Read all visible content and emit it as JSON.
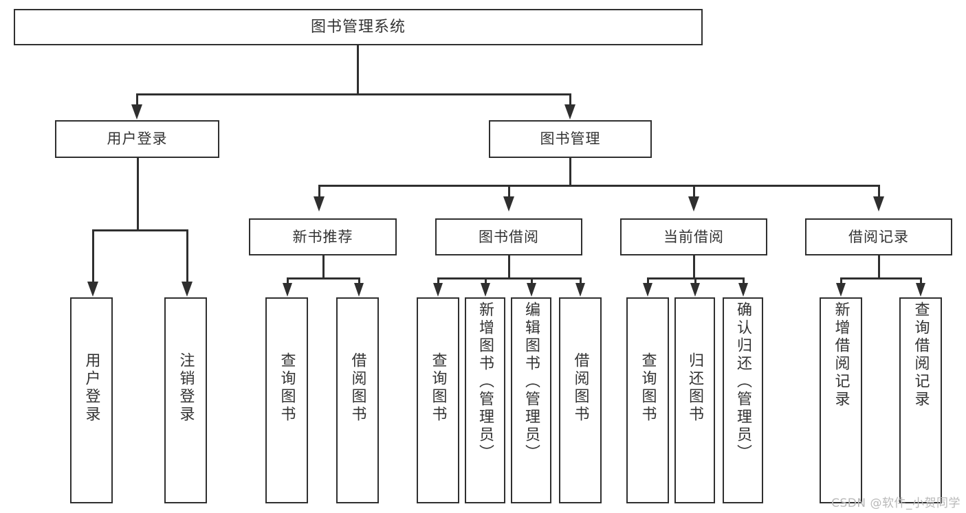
{
  "diagram": {
    "title": "图书管理系统",
    "watermark": "CSDN @软件_小贺同学",
    "root": {
      "label": "图书管理系统"
    },
    "level2": [
      {
        "label": "用户登录"
      },
      {
        "label": "图书管理"
      }
    ],
    "level3": [
      {
        "label": "新书推荐"
      },
      {
        "label": "图书借阅"
      },
      {
        "label": "当前借阅"
      },
      {
        "label": "借阅记录"
      }
    ],
    "leaves": {
      "user_login": [
        {
          "label": "用户登录"
        },
        {
          "label": "注销登录"
        }
      ],
      "new_book_recommend": [
        {
          "label": "查询图书"
        },
        {
          "label": "借阅图书"
        }
      ],
      "book_borrow": [
        {
          "label": "查询图书"
        },
        {
          "label": "新增图书（管理员）"
        },
        {
          "label": "编辑图书（管理员）"
        },
        {
          "label": "借阅图书"
        }
      ],
      "current_borrow": [
        {
          "label": "查询图书"
        },
        {
          "label": "归还图书"
        },
        {
          "label": "确认归还（管理员）"
        }
      ],
      "borrow_record": [
        {
          "label": "新增借阅记录"
        },
        {
          "label": "查询借阅记录"
        }
      ]
    },
    "colors": {
      "stroke": "#2f2f2f",
      "text": "#333333",
      "background": "#ffffff",
      "watermark": "#b9b9b9"
    }
  }
}
